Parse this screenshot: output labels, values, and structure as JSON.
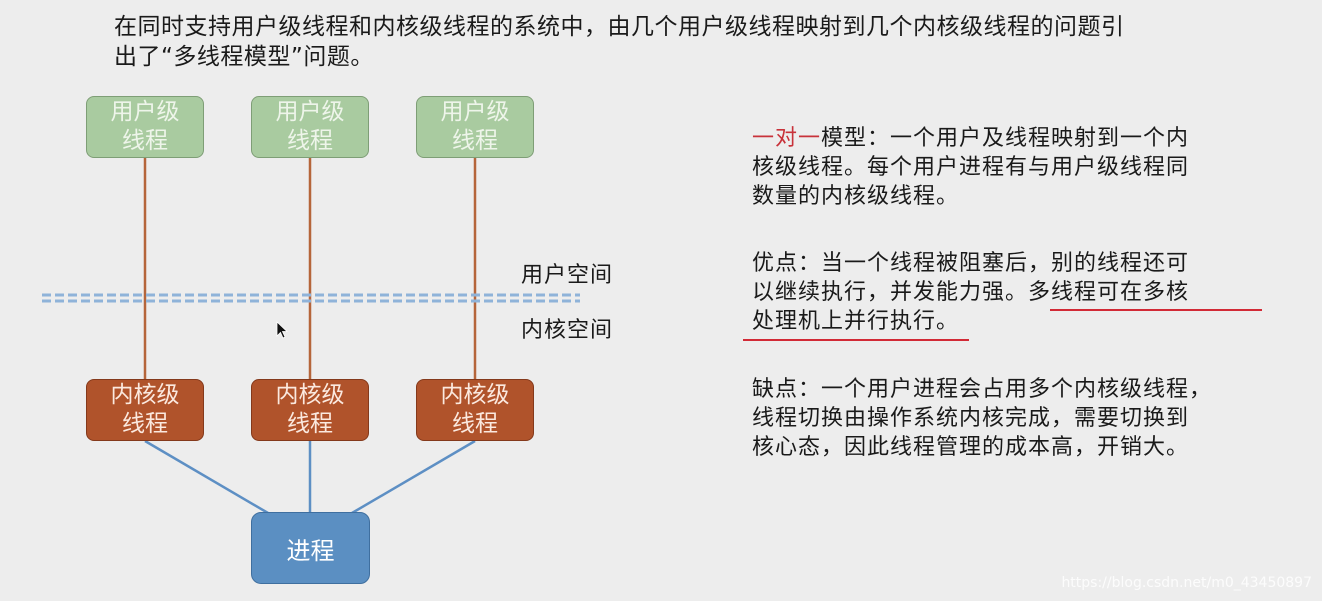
{
  "intro": {
    "line1": "在同时支持用户级线程和内核级线程的系统中，由几个用户级线程映射到几个内核级线程的问题引",
    "line2": "出了“多线程模型”问题。"
  },
  "diagram": {
    "user_threads": [
      {
        "line1": "用户级",
        "line2": "线程"
      },
      {
        "line1": "用户级",
        "line2": "线程"
      },
      {
        "line1": "用户级",
        "line2": "线程"
      }
    ],
    "kernel_threads": [
      {
        "line1": "内核级",
        "line2": "线程"
      },
      {
        "line1": "内核级",
        "line2": "线程"
      },
      {
        "line1": "内核级",
        "line2": "线程"
      }
    ],
    "process_label": "进程",
    "user_space_label": "用户空间",
    "kernel_space_label": "内核空间",
    "colors": {
      "user_box": "#a9cba0",
      "kernel_box": "#b0532b",
      "process_box": "#5b8fc2",
      "link_user_kernel": "#b5653a",
      "link_kernel_process": "#5d8fc4",
      "divider": "#8fb3d9"
    }
  },
  "text": {
    "model_name": "一对一",
    "model_desc_1": "模型：一个用户及线程映射到一个内",
    "model_desc_2": "核级线程。每个用户进程有与用户级线程同",
    "model_desc_3": "数量的内核级线程。",
    "pros_1": "优点：当一个线程被阻塞后，别的线程还可",
    "pros_2a": "以继续执行，并发能力强。",
    "pros_2b": "多线程可在多核",
    "pros_3": "处理机上并行执行。",
    "cons_1": "缺点：一个用户进程会占用多个内核级线程，",
    "cons_2": "线程切换由操作系统内核完成，需要切换到",
    "cons_3": "核心态，因此线程管理的成本高，开销大。"
  },
  "watermark": "https://blog.csdn.net/m0_43450897"
}
